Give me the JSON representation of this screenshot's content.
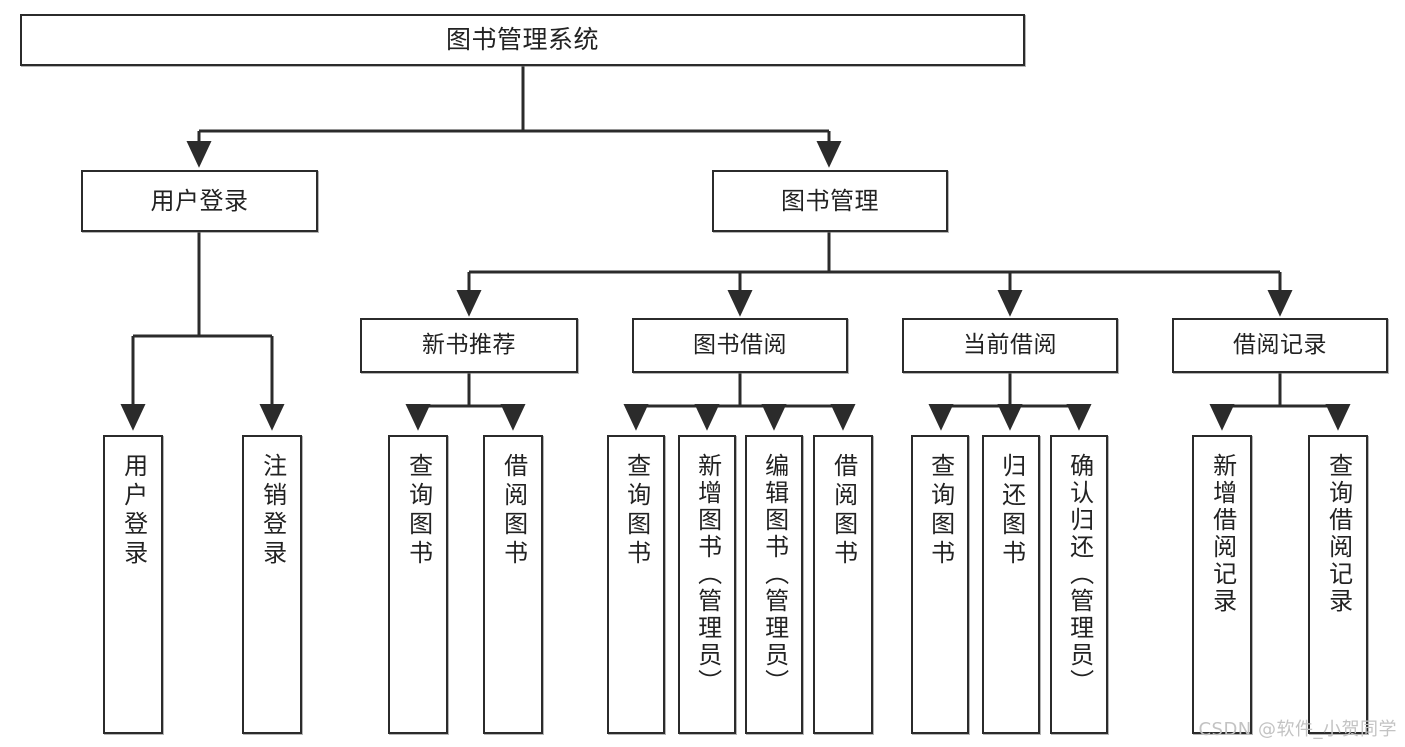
{
  "diagram": {
    "title": "图书管理系统",
    "type": "tree-hierarchy",
    "watermark": "CSDN @软件_小贺同学",
    "colors": {
      "background": "#ffffff",
      "node_border": "#2b2b2b",
      "node_fill": "#ffffff",
      "edge": "#2b2b2b",
      "text": "#222222",
      "watermark": "#c3c3c3"
    },
    "nodes": {
      "root": {
        "label": "图书管理系统"
      },
      "level2": [
        {
          "label": "用户登录"
        },
        {
          "label": "图书管理"
        }
      ],
      "level3": [
        {
          "label": "新书推荐"
        },
        {
          "label": "图书借阅"
        },
        {
          "label": "当前借阅"
        },
        {
          "label": "借阅记录"
        }
      ],
      "leaves": {
        "user_login": [
          {
            "label": "用户登录"
          },
          {
            "label": "注销登录"
          }
        ],
        "new_book_recommend": [
          {
            "label": "查询图书"
          },
          {
            "label": "借阅图书"
          }
        ],
        "book_borrow": [
          {
            "label": "查询图书"
          },
          {
            "label": "新增图书（管理员）"
          },
          {
            "label": "编辑图书（管理员）"
          },
          {
            "label": "借阅图书"
          }
        ],
        "current_borrow": [
          {
            "label": "查询图书"
          },
          {
            "label": "归还图书"
          },
          {
            "label": "确认归还（管理员）"
          }
        ],
        "borrow_record": [
          {
            "label": "新增借阅记录"
          },
          {
            "label": "查询借阅记录"
          }
        ]
      }
    }
  }
}
